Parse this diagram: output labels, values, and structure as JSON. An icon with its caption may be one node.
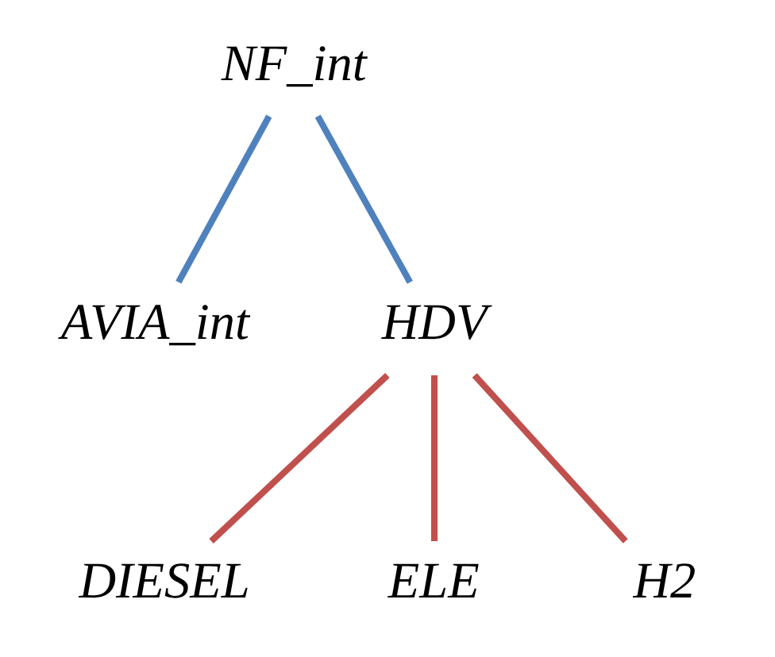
{
  "diagram": {
    "nodes": [
      {
        "text": [
          "NF_int"
        ]
      },
      {
        "text": [
          "AVIA_int"
        ]
      },
      {
        "text": [
          "HDV"
        ]
      },
      {
        "text": [
          "DIESEL"
        ]
      },
      {
        "text": [
          "ELE"
        ]
      },
      {
        "text": [
          "H2"
        ]
      }
    ],
    "edges": [
      {
        "from": 0,
        "to": 1,
        "arrow": "none",
        "color": "#4f81bd"
      },
      {
        "from": 0,
        "to": 2,
        "arrow": "none",
        "color": "#4f81bd"
      },
      {
        "from": 2,
        "to": 3,
        "arrow": "none"
      },
      {
        "from": 2,
        "to": 4,
        "arrow": "none"
      },
      {
        "from": 2,
        "to": 5,
        "arrow": "none"
      }
    ]
  }
}
